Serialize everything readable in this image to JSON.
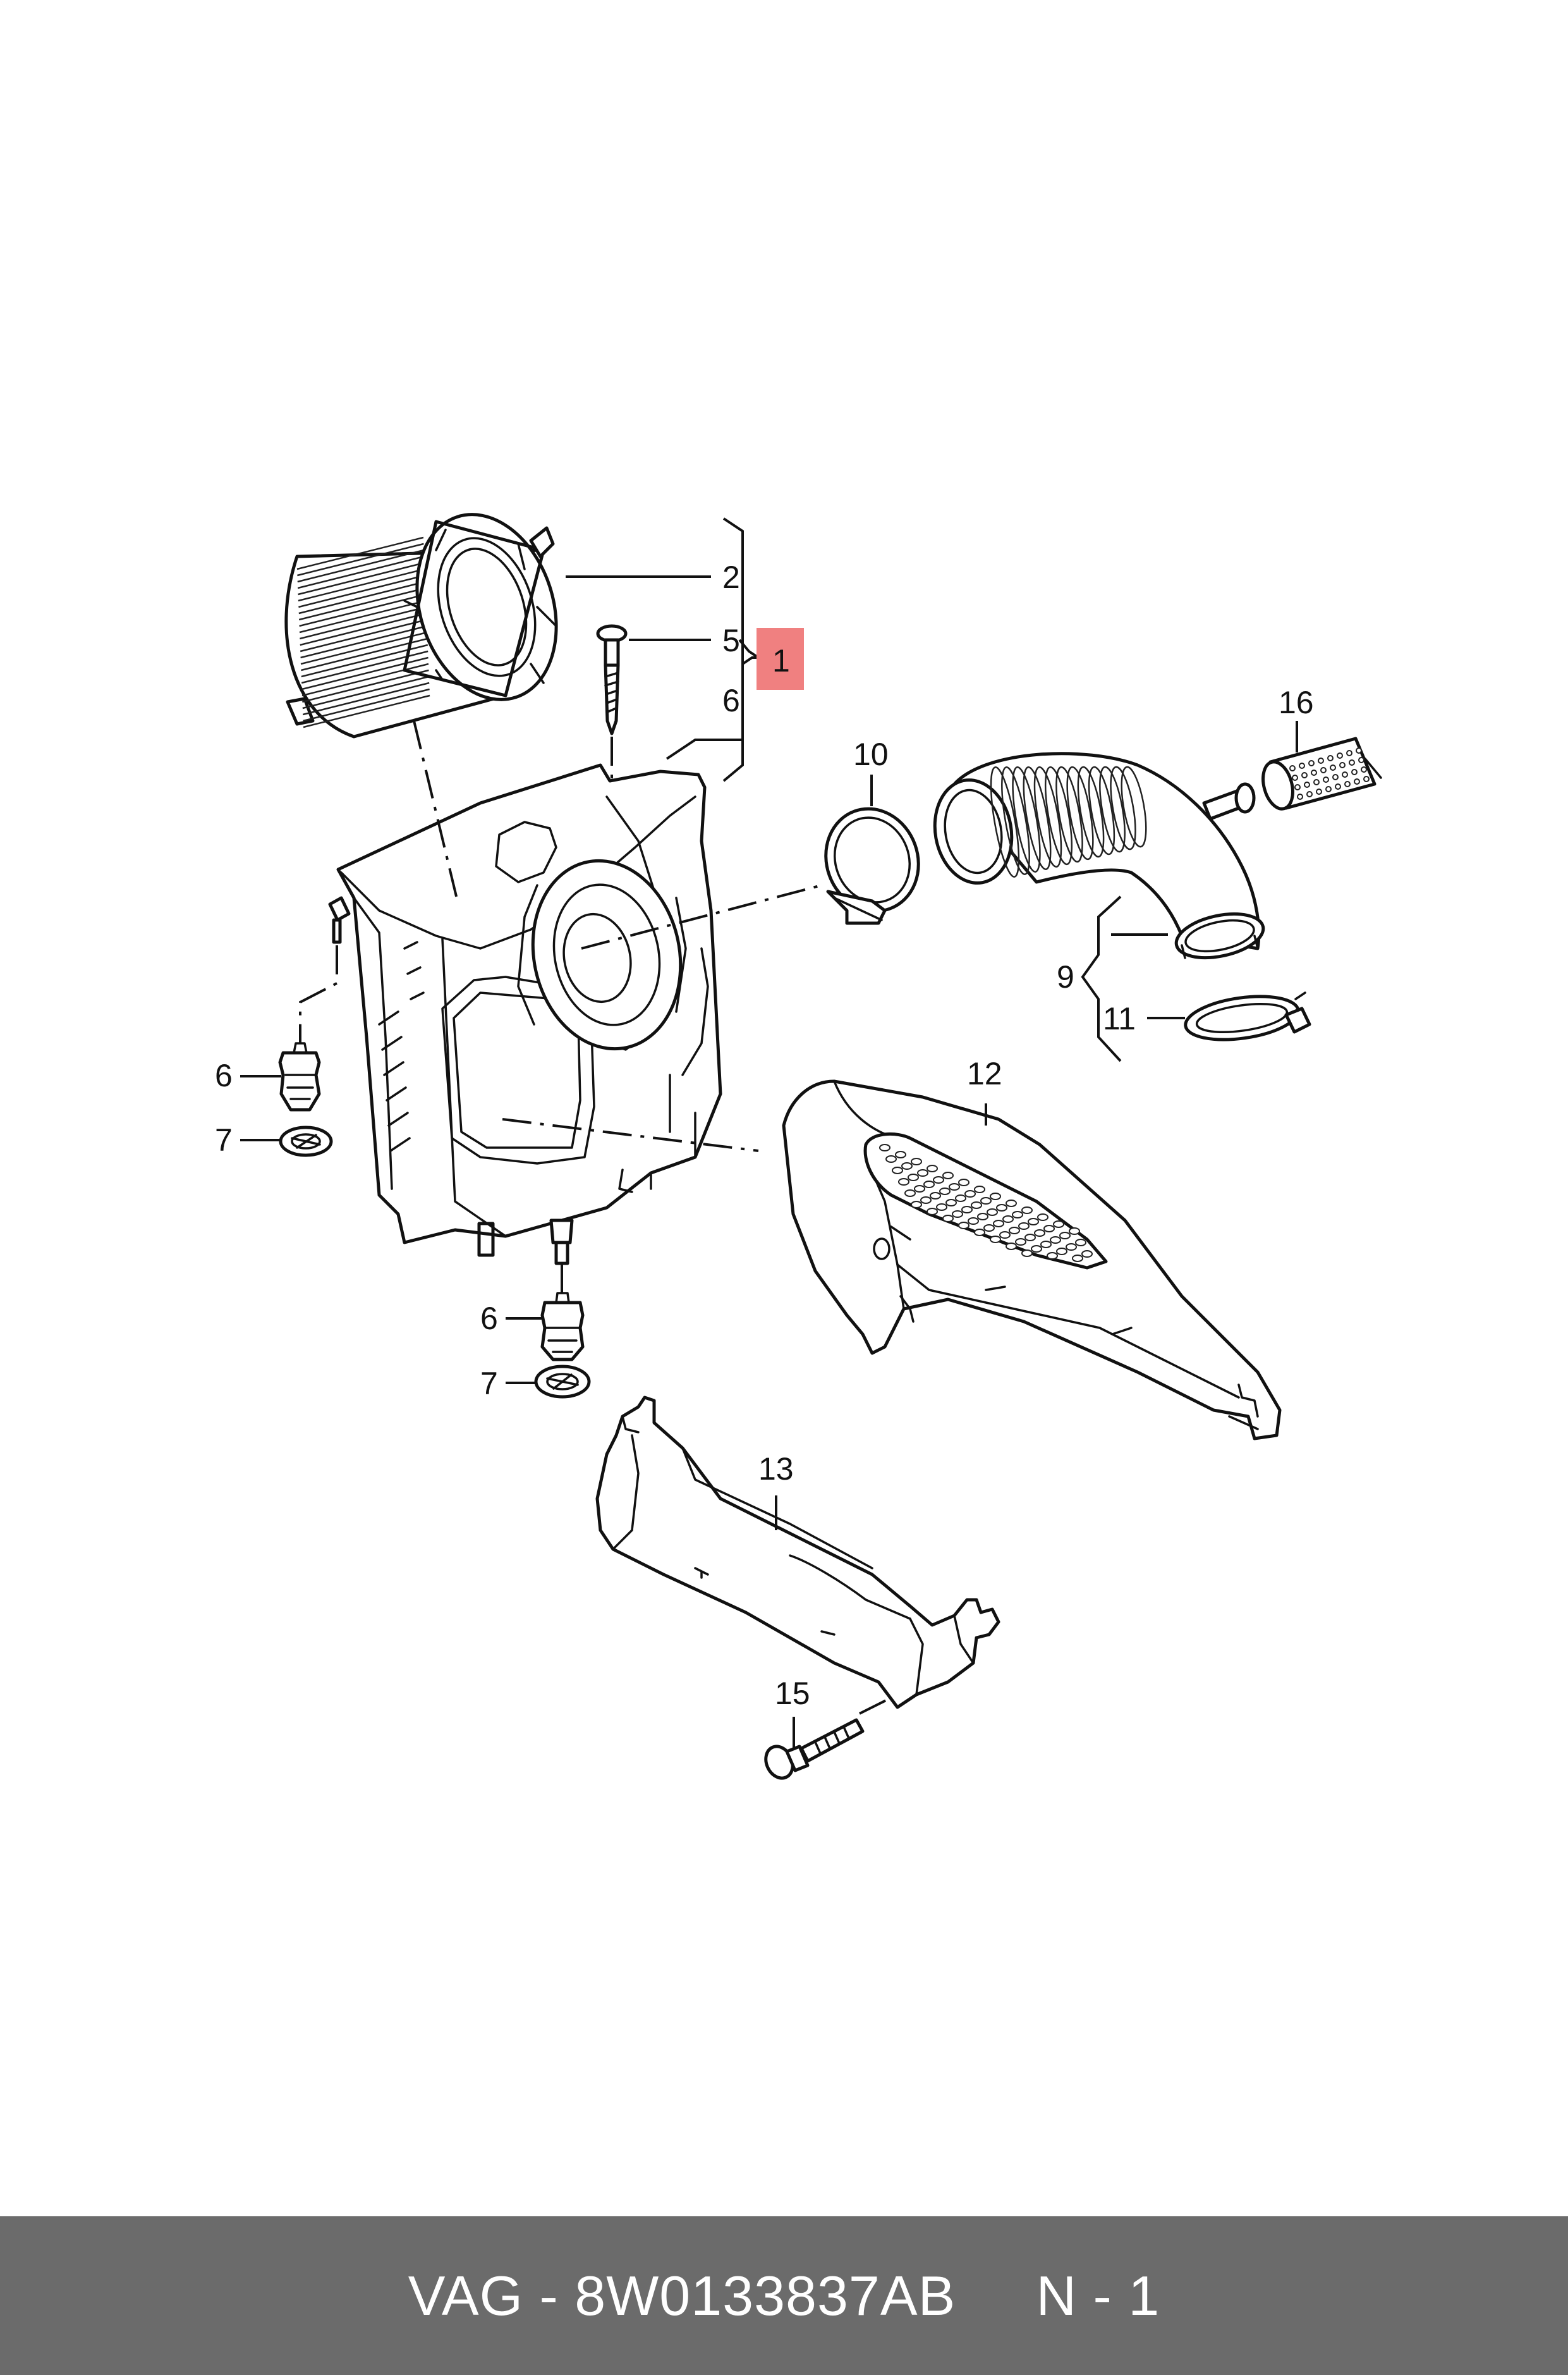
{
  "callouts": {
    "c1": "1",
    "c2": "2",
    "c5": "5",
    "c6a": "6",
    "c6b": "6",
    "c7b": "7",
    "c6c": "6",
    "c7c": "7",
    "c9": "9",
    "c10": "10",
    "c11": "11",
    "c12": "12",
    "c13": "13",
    "c15": "15",
    "c16": "16"
  },
  "highlight_color": "#f08080",
  "footer": {
    "brand": "VAG",
    "separator": " - ",
    "part_number": "8W0133837AB",
    "gap": "     ",
    "quantity": "N - 1"
  }
}
